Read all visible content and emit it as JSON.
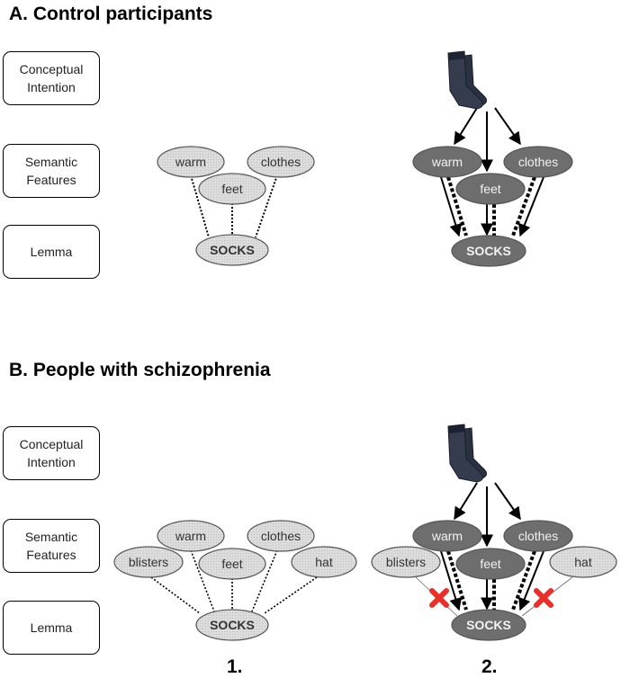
{
  "sections": {
    "a": {
      "title": "A. Control participants",
      "levels": [
        "Conceptual\nIntention",
        "Semantic\nFeatures",
        "Lemma"
      ],
      "panel1": {
        "features": [
          "warm",
          "feet",
          "clothes"
        ],
        "lemma": "SOCKS"
      },
      "panel2": {
        "features": [
          "warm",
          "feet",
          "clothes"
        ],
        "lemma": "SOCKS"
      }
    },
    "b": {
      "title": "B. People with schizophrenia",
      "levels": [
        "Conceptual\nIntention",
        "Semantic\nFeatures",
        "Lemma"
      ],
      "panel1": {
        "features": [
          "blisters",
          "warm",
          "feet",
          "clothes",
          "hat"
        ],
        "lemma": "SOCKS"
      },
      "panel2": {
        "features": [
          "blisters",
          "warm",
          "feet",
          "clothes",
          "hat"
        ],
        "lemma": "SOCKS"
      }
    }
  },
  "panel_labels": [
    "1.",
    "2."
  ],
  "icons": {
    "concept": "sock-icon",
    "blocked": "x-mark-icon"
  },
  "colors": {
    "light_node": "#d9d9d9",
    "dark_node": "#6e6e6e",
    "block_mark": "#e8302a",
    "ink": "#000000"
  }
}
